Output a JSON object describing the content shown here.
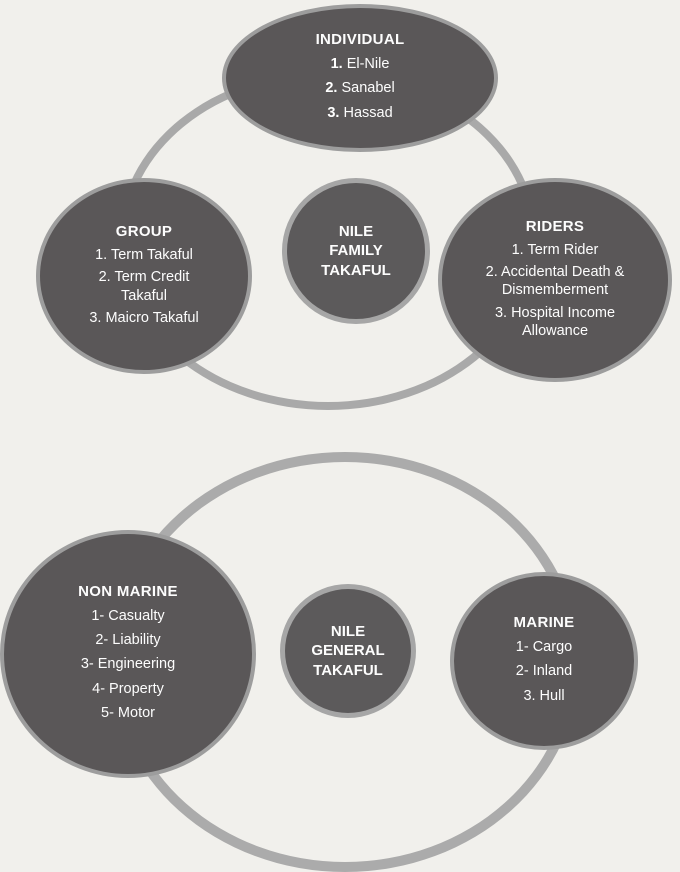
{
  "family": {
    "center": [
      "NILE",
      "FAMILY",
      "TAKAFUL"
    ],
    "individual": {
      "title": "INDIVIDUAL",
      "items": [
        {
          "num": "1.",
          "text": "El-Nile"
        },
        {
          "num": "2.",
          "text": "Sanabel"
        },
        {
          "num": "3.",
          "text": "Hassad"
        }
      ]
    },
    "group": {
      "title": "GROUP",
      "items": [
        "1. Term Takaful",
        "2. Term Credit Takaful",
        "3. Maicro Takaful"
      ]
    },
    "riders": {
      "title": "RIDERS",
      "items": [
        "1. Term Rider",
        "2. Accidental Death & Dismemberment",
        "3. Hospital Income Allowance"
      ]
    }
  },
  "general": {
    "center": [
      "NILE",
      "GENERAL",
      "TAKAFUL"
    ],
    "non_marine": {
      "title": "NON MARINE",
      "items": [
        "1- Casualty",
        "2- Liability",
        "3- Engineering",
        "4- Property",
        "5- Motor"
      ]
    },
    "marine": {
      "title": "MARINE",
      "items": [
        "1- Cargo",
        "2- Inland",
        "3. Hull"
      ]
    }
  }
}
